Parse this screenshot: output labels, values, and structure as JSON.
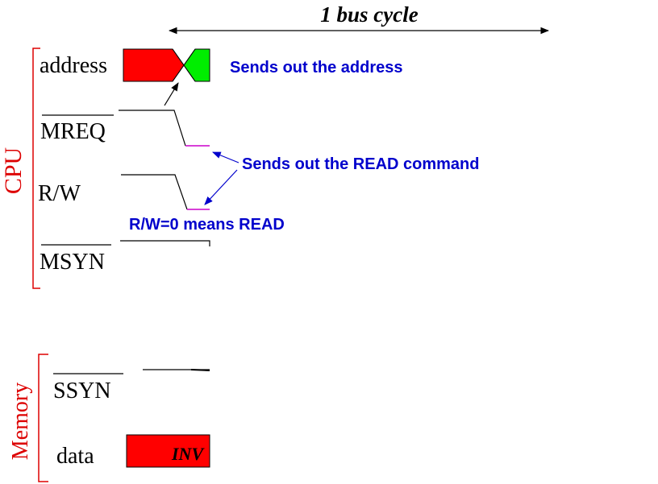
{
  "title": "1 bus cycle",
  "groups": {
    "cpu": {
      "label": "CPU"
    },
    "memory": {
      "label": "Memory"
    }
  },
  "signals": {
    "address": "address",
    "mreq": "MREQ",
    "rw": "R/W",
    "msyn": "MSYN",
    "ssyn": "SSYN",
    "data": "data"
  },
  "annotations": {
    "sends_address": "Sends out the address",
    "sends_read": "Sends out the READ command",
    "rw_zero": "R/W=0 means READ",
    "invalid": "INV"
  },
  "colors": {
    "group_label": "#dd0000",
    "annotation": "#0000cc",
    "address_invalid": "#ff0000",
    "address_valid": "#00ee00",
    "data_invalid": "#ff0000",
    "asserted_level": "#cc00cc",
    "signal_line": "#000000"
  }
}
